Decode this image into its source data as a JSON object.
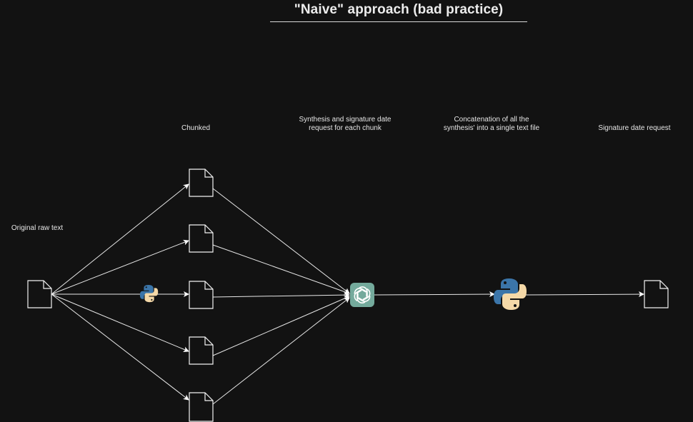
{
  "title": "\"Naive\" approach (bad practice)",
  "labels": {
    "original": "Original raw text",
    "chunked": "Chunked",
    "synthesis_line1": "Synthesis and signature date",
    "synthesis_line2": "request for each chunk",
    "concat_line1": "Concatenation of all the",
    "concat_line2": "synthesis' into a single text file",
    "signature": "Signature date request"
  },
  "icons": {
    "document": "document-icon",
    "python": "python-logo-icon",
    "llm": "openai-logo-icon"
  },
  "colors": {
    "background": "#121212",
    "stroke": "#ffffff",
    "python_blue": "#3b75a9",
    "python_yellow": "#f5d9a8",
    "openai_green": "#74aa9c"
  }
}
